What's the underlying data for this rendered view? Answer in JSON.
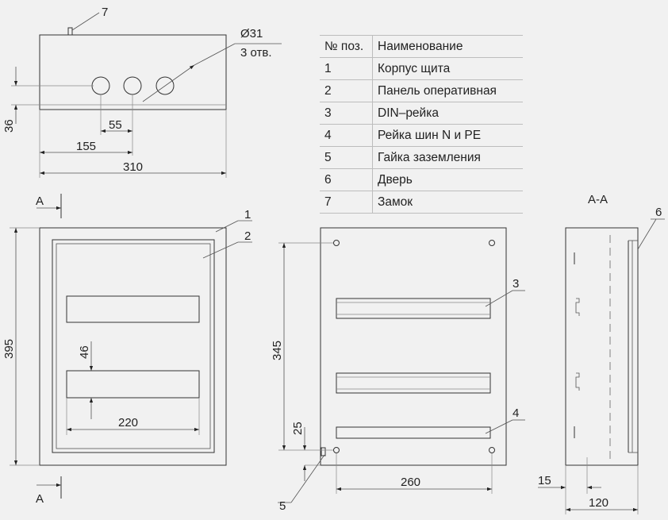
{
  "parts_table": {
    "headers": [
      "№ поз.",
      "Наименование"
    ],
    "rows": [
      [
        "1",
        "Корпус щита"
      ],
      [
        "2",
        "Панель оперативная"
      ],
      [
        "3",
        "DIN–рейка"
      ],
      [
        "4",
        "Рейка шин N и PE"
      ],
      [
        "5",
        "Гайка заземления"
      ],
      [
        "6",
        "Дверь"
      ],
      [
        "7",
        "Замок"
      ]
    ]
  },
  "top_view": {
    "hole_label": "Ø31",
    "hole_count_label": "3 отв.",
    "callout_7": "7",
    "dim_36": "36",
    "dim_55": "55",
    "dim_155": "155",
    "dim_310": "310"
  },
  "front_view": {
    "callout_1": "1",
    "callout_2": "2",
    "dim_395": "395",
    "dim_46": "46",
    "dim_220": "220",
    "section_mark_top": "A",
    "section_mark_bottom": "A"
  },
  "panel_view": {
    "callout_3": "3",
    "callout_4": "4",
    "callout_5": "5",
    "dim_345": "345",
    "dim_25": "25",
    "dim_260": "260"
  },
  "section_view": {
    "title": "А-А",
    "callout_6": "6",
    "dim_15": "15",
    "dim_120": "120"
  },
  "colors": {
    "background": "#f1f1f1",
    "line": "#333333"
  }
}
